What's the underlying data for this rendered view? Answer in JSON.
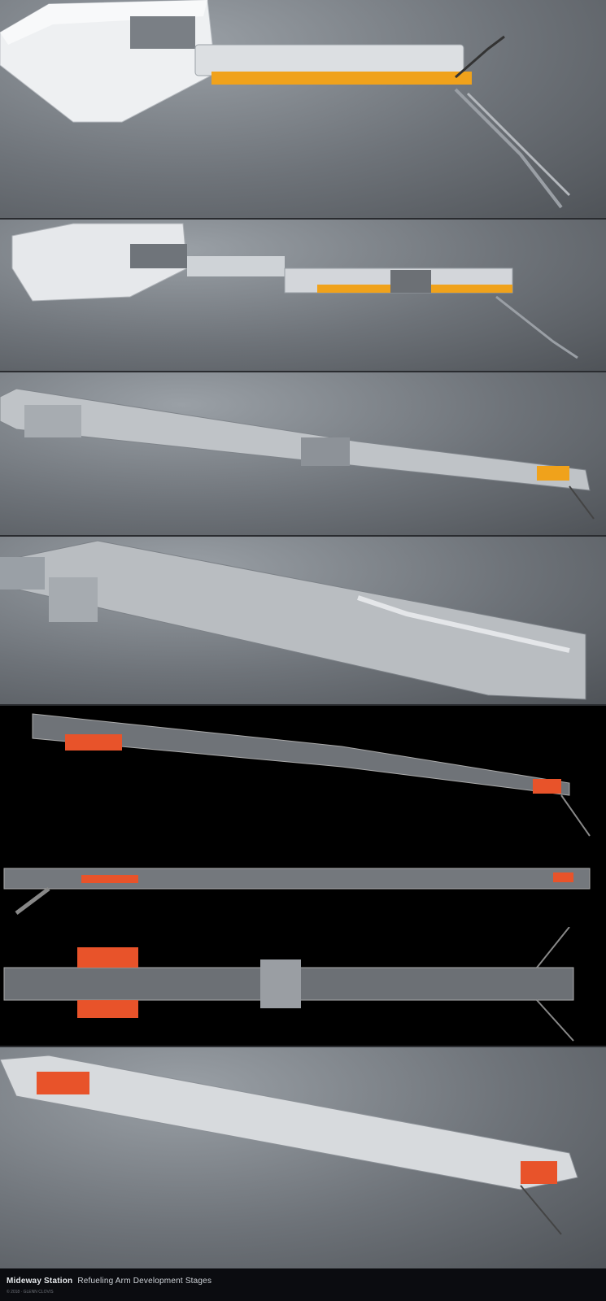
{
  "footer": {
    "project": "Mideway Station",
    "subtitle": "Refueling Arm Development Stages",
    "copyright": "© 2018 · GLENN CLOVIS"
  },
  "palette": {
    "panel_light": "#8e9399",
    "panel_dark": "#000000",
    "metal": "#d9dcdf",
    "metal_shadow": "#8d9298",
    "accent_orange": "#f0a21b",
    "accent_red": "#e8532a"
  },
  "panels": [
    {
      "id": "stage-1",
      "background": "grey"
    },
    {
      "id": "stage-2",
      "background": "grey"
    },
    {
      "id": "stage-3",
      "background": "grey"
    },
    {
      "id": "stage-4",
      "background": "grey"
    },
    {
      "id": "stage-5-wire-perspective",
      "background": "black"
    },
    {
      "id": "stage-5-wire-side",
      "background": "black"
    },
    {
      "id": "stage-5-wire-top",
      "background": "black"
    },
    {
      "id": "stage-6",
      "background": "grey"
    }
  ]
}
